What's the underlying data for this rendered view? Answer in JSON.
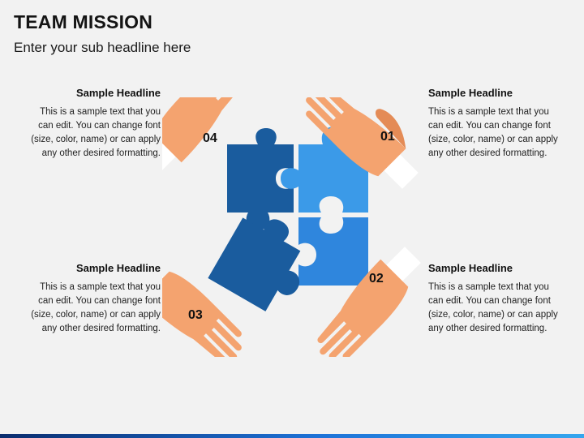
{
  "title": "TEAM MISSION",
  "subtitle": "Enter your sub headline here",
  "blocks": [
    {
      "id": "01",
      "headline": "Sample Headline",
      "body": "This is a sample text that you can edit. You can change font (size, color, name) or can apply any other desired formatting."
    },
    {
      "id": "02",
      "headline": "Sample Headline",
      "body": "This is a sample text that you can edit. You can change font (size, color, name) or can apply any other desired formatting."
    },
    {
      "id": "03",
      "headline": "Sample Headline",
      "body": "This is a sample text that you can edit. You can change font (size, color, name) or can apply any other desired formatting."
    },
    {
      "id": "04",
      "headline": "Sample Headline",
      "body": "This is a sample text that you can edit. You can change font (size, color, name) or can apply any other desired formatting."
    }
  ],
  "colors": {
    "piece_dark": "#1a5c9e",
    "piece_light": "#3b9ae8",
    "piece_mid": "#2f86dd",
    "hand": "#f4a36f",
    "hand_shadow": "#e48b56",
    "sleeve": "#ffffff"
  }
}
